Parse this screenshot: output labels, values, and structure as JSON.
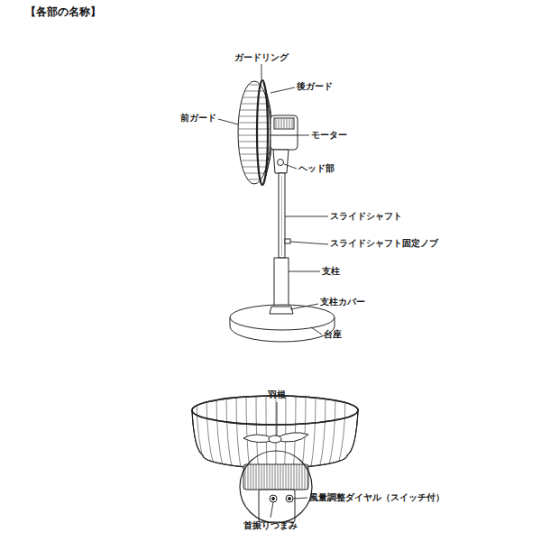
{
  "diagram": {
    "title": "【各部の名称】",
    "labels": [
      "ガードリング",
      "後ガード",
      "前ガード",
      "モーター",
      "ヘッド部",
      "スライドシャフト",
      "スライドシャフト固定ノブ",
      "支柱",
      "支柱カバー",
      "台座",
      "羽根",
      "風量調整ダイヤル（スイッチ付）",
      "首振りつまみ"
    ]
  }
}
